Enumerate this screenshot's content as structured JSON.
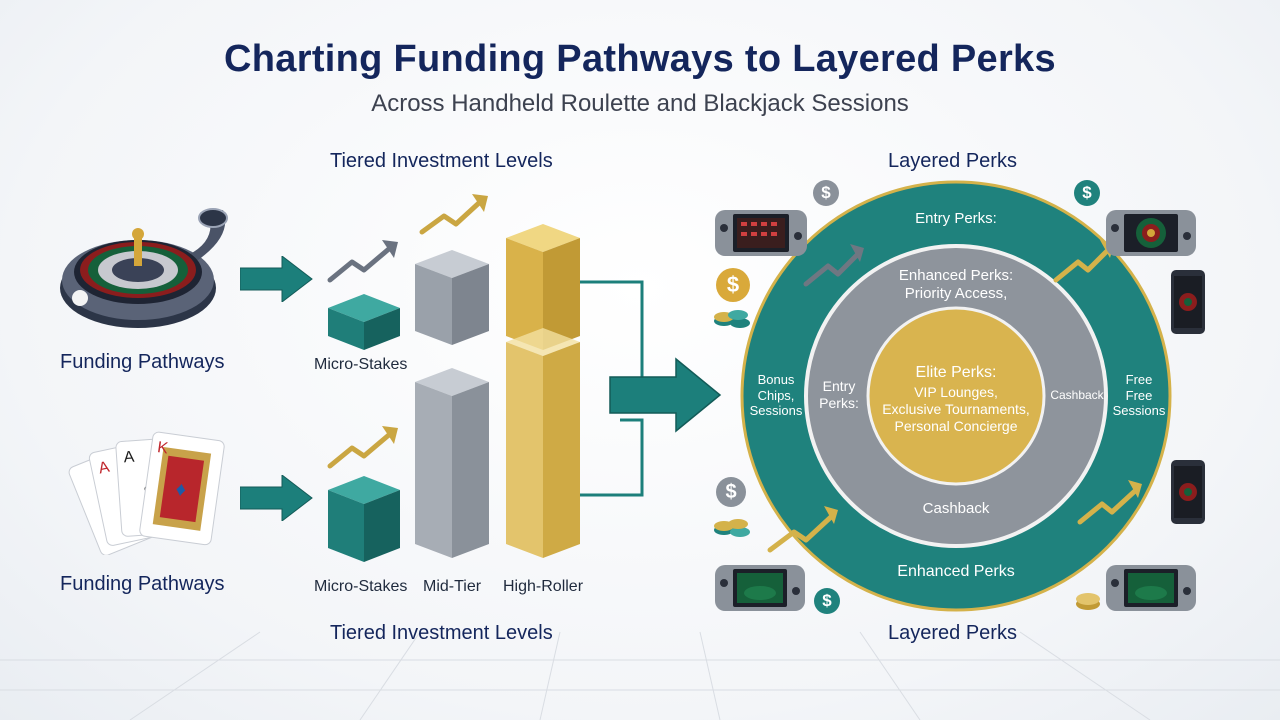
{
  "header": {
    "title": "Charting Funding Pathways to Layered Perks",
    "subtitle": "Across Handheld Roulette and Blackjack Sessions"
  },
  "sections": {
    "tiers_top": "Tiered Investment Levels",
    "tiers_bottom": "Tiered Investment Levels",
    "perks_top": "Layered Perks",
    "perks_bottom": "Layered Perks"
  },
  "funding": {
    "top_label": "Funding Pathways",
    "bottom_label": "Funding Pathways"
  },
  "tiers": {
    "top_micro": "Micro-Stakes",
    "bottom_micro": "Micro-Stakes",
    "mid": "Mid-Tier",
    "high": "High-Roller"
  },
  "rings": {
    "outer": {
      "top": "Entry Perks:",
      "left": "Bonus\nChips,\nSessions",
      "right": "Free\nFree\nSessions",
      "bottom": "Enhanced Perks"
    },
    "middle": {
      "top": "Enhanced Perks:\nPriority Access,",
      "left": "Entry\nPerks:",
      "right": "Cashback",
      "bottom": "Cashback"
    },
    "inner": {
      "title": "Elite Perks:",
      "body": "VIP Lounges,\nExclusive Tournaments,\nPersonal Concierge"
    }
  },
  "icons": {
    "dollar_symbol": "$"
  },
  "colors": {
    "navy": "#14265c",
    "teal": "#1c7f7b",
    "gray": "#8e949c",
    "gold": "#d4b24a"
  }
}
